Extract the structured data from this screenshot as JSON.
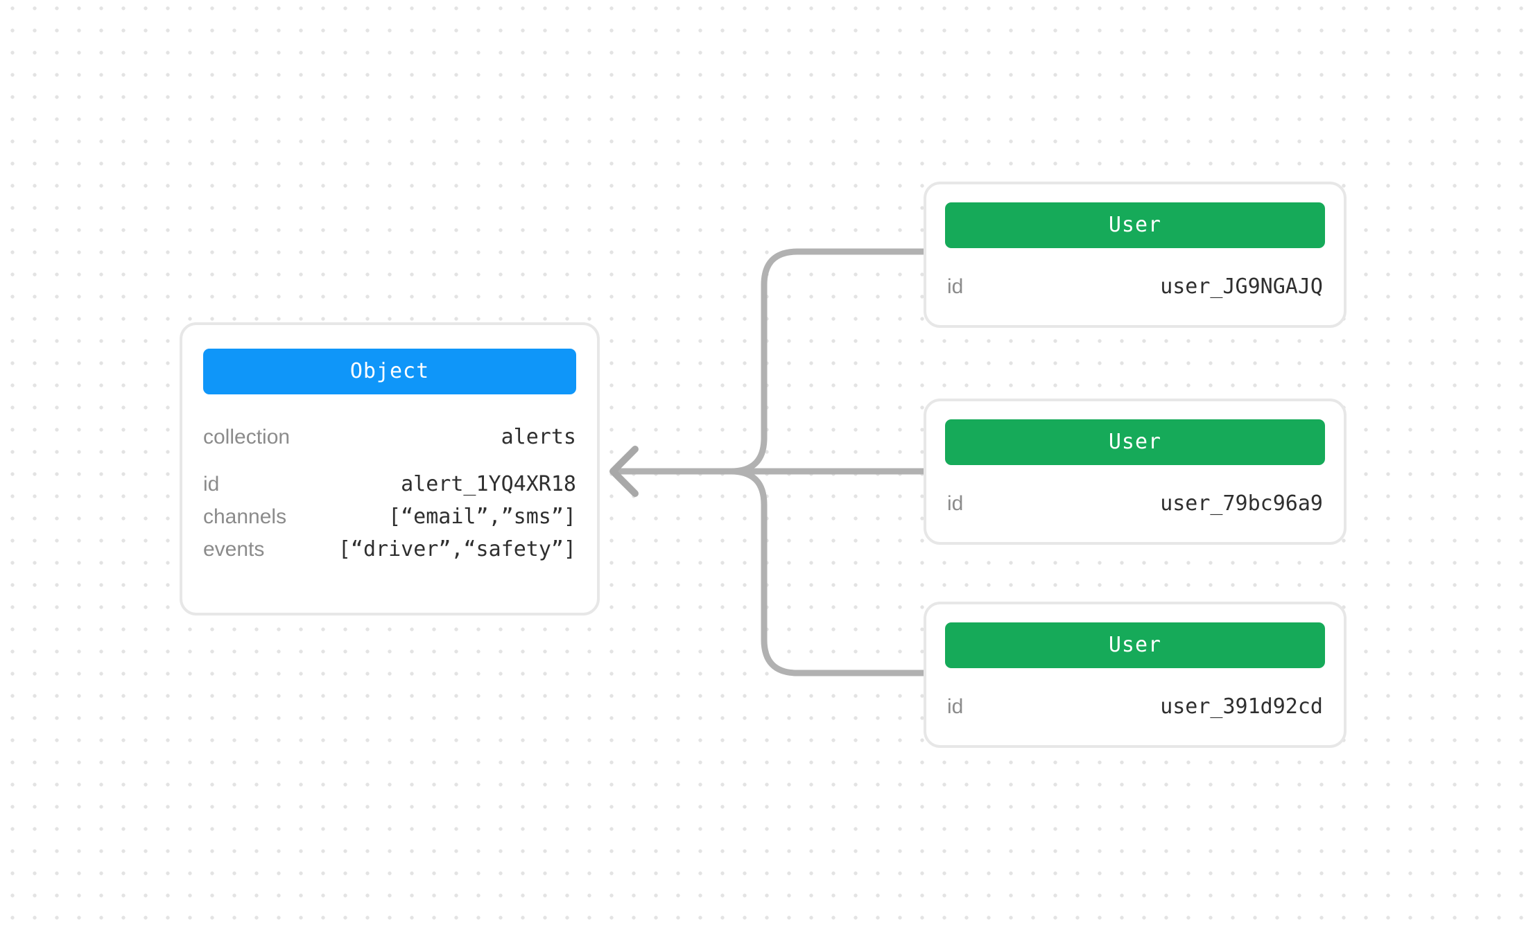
{
  "diagram": {
    "background_dot_color": "#e3e3e3",
    "connector_color": "#b1b1b1"
  },
  "object_card": {
    "header": {
      "label": "Object",
      "color": "#0f96f9"
    },
    "rows": [
      {
        "label": "collection",
        "value": "alerts"
      },
      {
        "label": "id",
        "value": "alert_1YQ4XR18"
      },
      {
        "label": "channels",
        "value": "[“email”,”sms”]"
      },
      {
        "label": "events",
        "value": "[“driver”,“safety”]"
      }
    ]
  },
  "user_cards": [
    {
      "header": {
        "label": "User",
        "color": "#16aa59"
      },
      "rows": [
        {
          "label": "id",
          "value": "user_JG9NGAJQ"
        }
      ]
    },
    {
      "header": {
        "label": "User",
        "color": "#16aa59"
      },
      "rows": [
        {
          "label": "id",
          "value": "user_79bc96a9"
        }
      ]
    },
    {
      "header": {
        "label": "User",
        "color": "#16aa59"
      },
      "rows": [
        {
          "label": "id",
          "value": "user_391d92cd"
        }
      ]
    }
  ]
}
